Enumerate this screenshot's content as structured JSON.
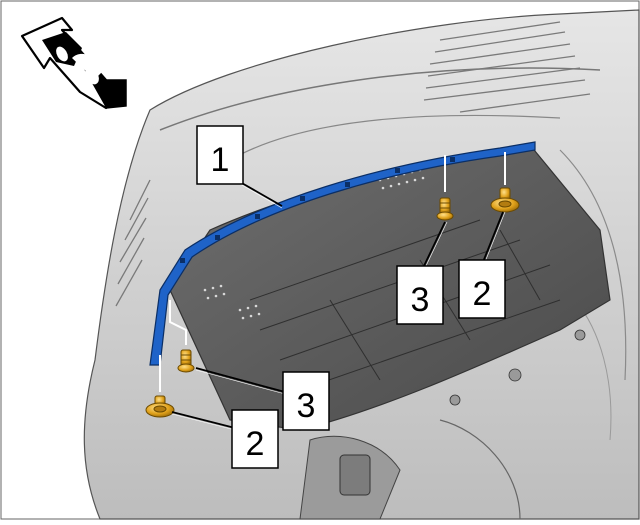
{
  "diagram": {
    "orientation_icon": "car-front-direction-icon",
    "part_color": "#1f63c8",
    "fastener_color": "#e0a11a",
    "callouts": [
      {
        "id": "callout-1",
        "number": "1"
      },
      {
        "id": "callout-3a",
        "number": "3"
      },
      {
        "id": "callout-2a",
        "number": "2"
      },
      {
        "id": "callout-3b",
        "number": "3"
      },
      {
        "id": "callout-2b",
        "number": "2"
      }
    ]
  }
}
